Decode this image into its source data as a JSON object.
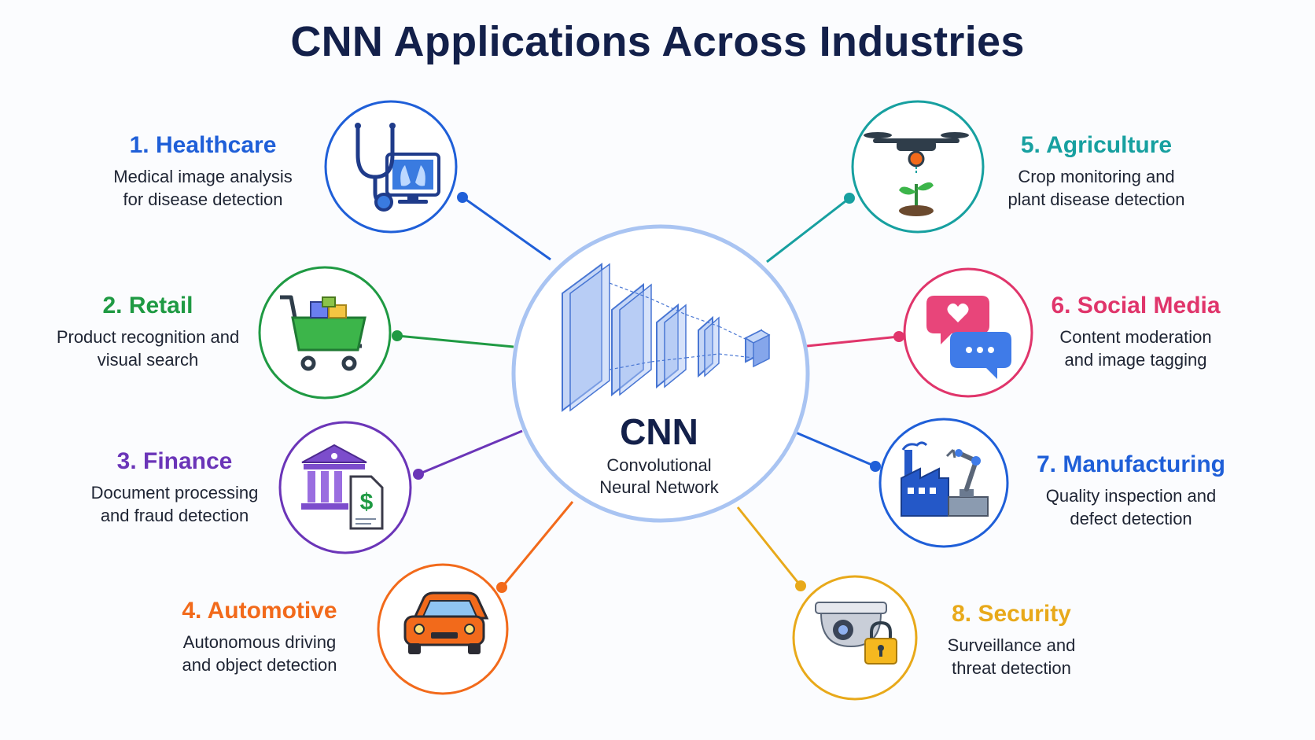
{
  "title": "CNN Applications Across Industries",
  "hub": {
    "name": "CNN",
    "subtitle_line1": "Convolutional",
    "subtitle_line2": "Neural Network",
    "ring_color": "#a9c4f2"
  },
  "applications": [
    {
      "id": "healthcare",
      "title": "1. Healthcare",
      "line1": "Medical image analysis",
      "line2": "for disease detection",
      "color": "#1f5fd8",
      "icon": "stethoscope-xray-icon"
    },
    {
      "id": "retail",
      "title": "2. Retail",
      "line1": "Product recognition and",
      "line2": "visual search",
      "color": "#1f9a43",
      "icon": "shopping-cart-icon"
    },
    {
      "id": "finance",
      "title": "3. Finance",
      "line1": "Document processing",
      "line2": "and fraud detection",
      "color": "#6b35b8",
      "icon": "bank-document-icon"
    },
    {
      "id": "automotive",
      "title": "4. Automotive",
      "line1": "Autonomous driving",
      "line2": "and object detection",
      "color": "#f26a1b",
      "icon": "car-icon"
    },
    {
      "id": "agriculture",
      "title": "5. Agriculture",
      "line1": "Crop monitoring and",
      "line2": "plant disease detection",
      "color": "#17a0a0",
      "icon": "drone-plant-icon"
    },
    {
      "id": "social_media",
      "title": "6. Social Media",
      "line1": "Content moderation",
      "line2": "and image tagging",
      "color": "#e0356b",
      "icon": "chat-bubbles-icon"
    },
    {
      "id": "manufacturing",
      "title": "7. Manufacturing",
      "line1": "Quality inspection and",
      "line2": "defect detection",
      "color": "#1f5fd8",
      "icon": "factory-robot-arm-icon"
    },
    {
      "id": "security",
      "title": "8. Security",
      "line1": "Surveillance and",
      "line2": "threat detection",
      "color": "#e8a91a",
      "icon": "camera-lock-icon"
    }
  ]
}
